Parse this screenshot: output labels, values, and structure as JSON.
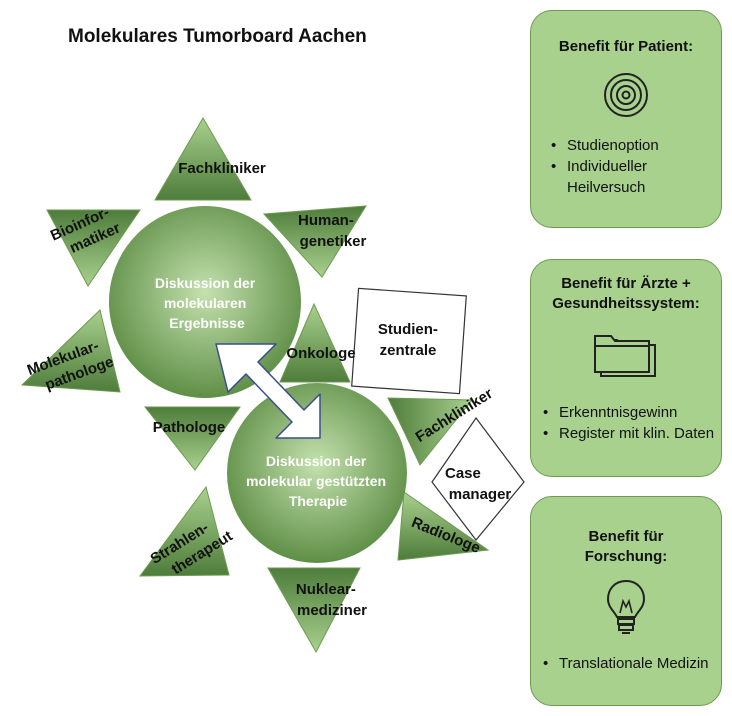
{
  "title": "Molekulares Tumorboard Aachen",
  "circles": {
    "top": [
      "Diskussion der",
      "molekularen",
      "Ergebnisse"
    ],
    "bottom": [
      "Diskussion der",
      "molekular gestützten",
      "Therapie"
    ]
  },
  "roles": {
    "fachkliniker_top": "Fachkliniker",
    "humangenetiker": [
      "Human-",
      "genetiker"
    ],
    "bioinformatiker": [
      "Bioinfor-",
      "matiker"
    ],
    "molekularpathologe": [
      "Molekular-",
      "pathologe"
    ],
    "onkologe": "Onkologe",
    "pathologe": "Pathologe",
    "fachkliniker_right": "Fachkliniker",
    "radiologe": "Radiologe",
    "strahlentherapeut": [
      "Strahlen-",
      "therapeut"
    ],
    "nuklearmediziner": [
      "Nuklear-",
      "mediziner"
    ]
  },
  "boxes": {
    "studienzentrale": [
      "Studien-",
      "zentrale"
    ],
    "casemanager": [
      "Case",
      "manager"
    ]
  },
  "panels": {
    "patient": {
      "heading": "Benefit für Patient:",
      "icon": "target-icon",
      "items": [
        "Studienoption",
        "Individueller Heilversuch"
      ]
    },
    "aerzte": {
      "heading_line1": "Benefit für Ärzte +",
      "heading_line2": "Gesundheitssystem:",
      "icon": "folder-icon",
      "items": [
        "Erkenntnisgewinn",
        "Register mit klin. Daten"
      ]
    },
    "forschung": {
      "heading_line1": "Benefit für",
      "heading_line2": "Forschung:",
      "icon": "lightbulb-icon",
      "items": [
        "Translationale Medizin"
      ]
    }
  },
  "colors": {
    "panel_fill": "#a9d18e",
    "triangle_dark": "#5b8a44",
    "triangle_light": "#a9d18e",
    "circle_dark": "#5f8f47",
    "circle_light": "#c4e1ae"
  }
}
